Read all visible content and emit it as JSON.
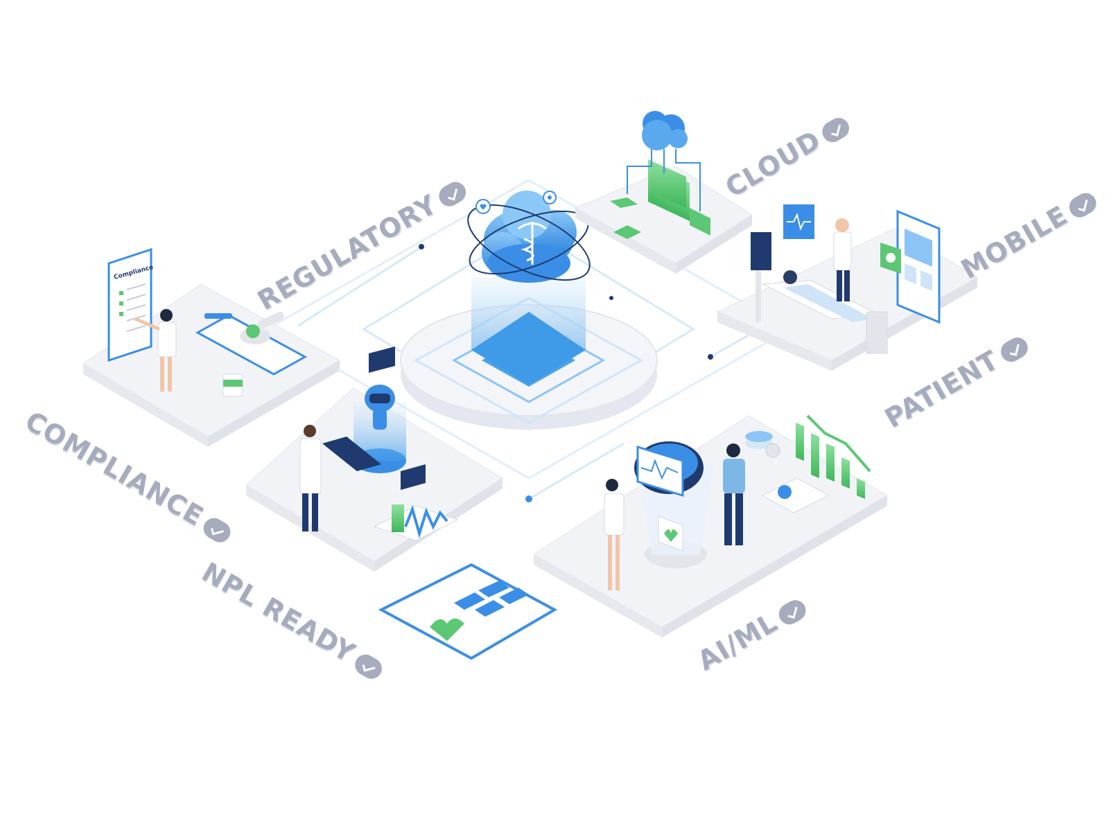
{
  "labels": {
    "regulatory": "REGULATORY",
    "cloud": "CLOUD",
    "mobile": "MOBILE",
    "patient": "PATIENT",
    "compliance": "COMPLIANCE",
    "npl_ready": "NPL READY",
    "ai_ml": "AI/ML"
  },
  "compliance_card": {
    "title": "Compliance"
  },
  "colors": {
    "primary_blue": "#3a8ee6",
    "light_blue": "#7cc0f5",
    "green": "#5cc774",
    "label_gray": "#a6acbd",
    "platform": "#eeeff4",
    "navy": "#1f3a6e"
  },
  "icons": [
    "caduceus-icon",
    "cloud-icon",
    "robot-icon",
    "heart-icon",
    "gear-icon",
    "chat-icon",
    "check-icon",
    "dna-icon",
    "bar-chart-icon"
  ]
}
